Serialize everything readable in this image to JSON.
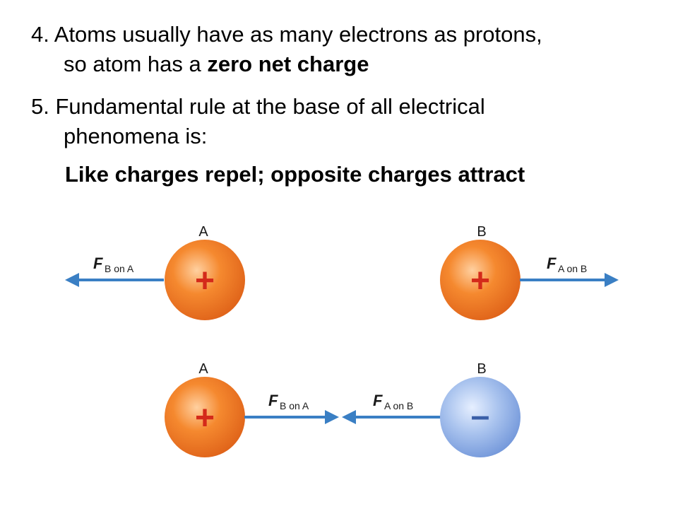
{
  "points": [
    {
      "number": "4.",
      "line1": "Atoms usually have as many electrons as protons,",
      "line2_pre": "so atom has a ",
      "line2_bold": "zero net charge"
    },
    {
      "number": "5.",
      "line1": "Fundamental rule at the base of all electrical",
      "line2": "phenomena is:"
    }
  ],
  "rule": "Like charges repel; opposite charges attract",
  "diagram": {
    "top_row": {
      "charge_a": {
        "label": "A",
        "sign": "+",
        "color": "#f07a22"
      },
      "charge_b": {
        "label": "B",
        "sign": "+",
        "color": "#f07a22"
      },
      "force_on_a": {
        "symbol": "F",
        "subscript": "B on A",
        "direction": "left"
      },
      "force_on_b": {
        "symbol": "F",
        "subscript": "A on B",
        "direction": "right"
      }
    },
    "bottom_row": {
      "charge_a": {
        "label": "A",
        "sign": "+",
        "color": "#f07a22"
      },
      "charge_b": {
        "label": "B",
        "sign": "–",
        "color": "#8aaee6"
      },
      "force_on_a": {
        "symbol": "F",
        "subscript": "B on A",
        "direction": "right"
      },
      "force_on_b": {
        "symbol": "F",
        "subscript": "A on B",
        "direction": "left"
      }
    },
    "arrow_color": "#3a7fc4",
    "positive_sign_color": "#d42a1a",
    "negative_sign_color": "#3a5fa8"
  }
}
